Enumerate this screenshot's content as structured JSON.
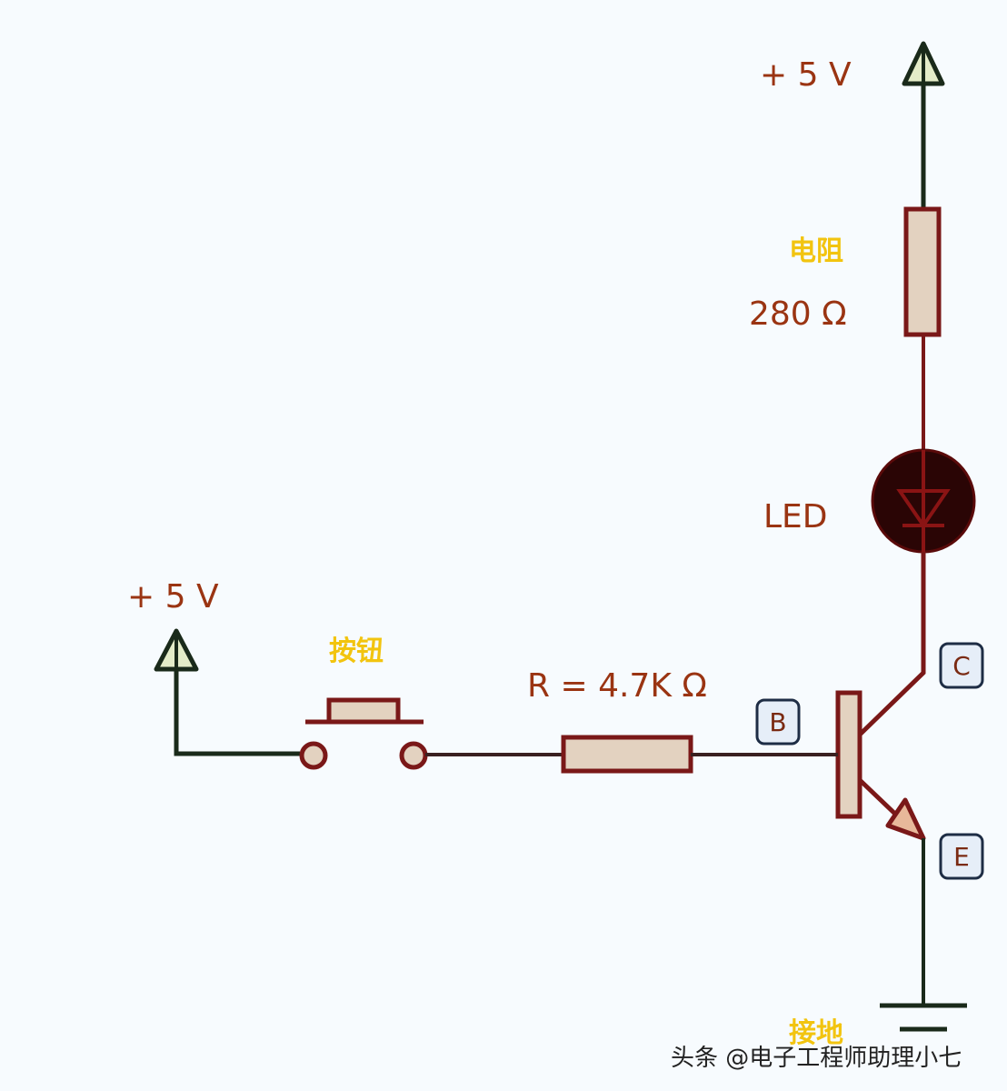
{
  "labels": {
    "vcc_top": "+ 5 V",
    "resistor_name": "电阻",
    "resistor_value": "280 Ω",
    "led": "LED",
    "vcc_left": "+ 5 V",
    "button": "按钮",
    "base_resistor": "R = 4.7K Ω",
    "ground": "接地"
  },
  "terminals": {
    "collector": "C",
    "base": "B",
    "emitter": "E"
  },
  "watermark": "头条 @电子工程师助理小七",
  "colors": {
    "wire_dark": "#1a2a1a",
    "wire_red": "#7a1818",
    "component_fill": "#e3d2c0",
    "component_stroke": "#7a1818",
    "arrow_fill": "#e4ecc8",
    "led_body": "#2a0505",
    "terminal_fill": "#e6eef8",
    "terminal_stroke": "#1e2d45",
    "label_red": "#9a3412",
    "label_yellow": "#f2c40f"
  }
}
